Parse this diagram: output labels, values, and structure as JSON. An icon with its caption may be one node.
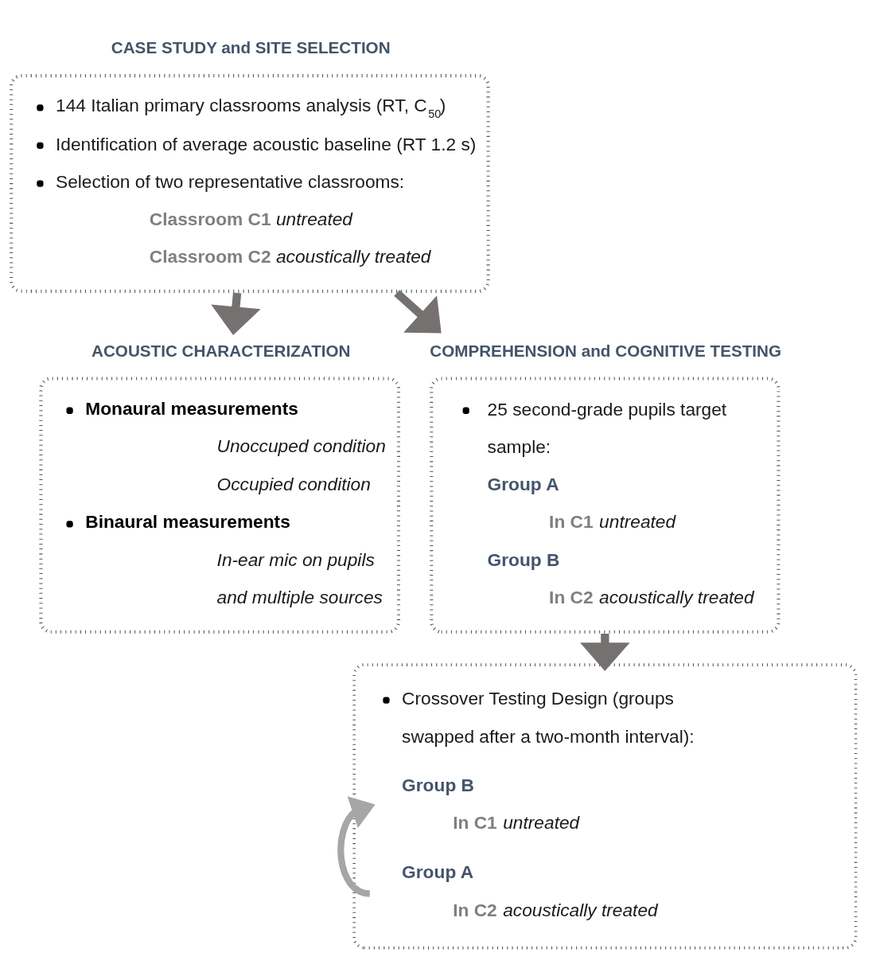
{
  "diagram": {
    "nodes": [
      {
        "text": [
          "CASE STUDY and SITE SELECTION",
          "144 Italian primary classrooms analysis (RT, C$_{50}$)",
          "Identification of average acoustic baseline (RT 1.2 s)",
          "Selection of two representative classrooms:",
          "**Classroom C1** *untreated*",
          "**Classroom C2** *acoustically treated*"
        ]
      },
      {
        "text": [
          "ACOUSTIC CHARACTERIZATION",
          "Monaural measurements",
          "Unoccuped condition",
          "Occupied condition",
          "Binaural measurements",
          "In-ear mic on pupils and multiple sources"
        ]
      },
      {
        "text": [
          "COMPREHENSION and COGNITIVE TESTING",
          "25 second-grade pupils target sample:",
          "Group A",
          "**In C1** *untreated*",
          "Group B",
          "**In C2** *acoustically treated*"
        ]
      },
      {
        "text": [],
        "shape": "box"
      },
      {
        "text": [
          "Crossover Testing Design (groups swapped after a two-month interval):"
        ],
        "in": 3
      },
      {
        "text": [
          "Group B"
        ],
        "beside": [
          "**In C1** *untreated*"
        ],
        "in": 3
      },
      {
        "text": [
          "Group A"
        ],
        "beside": [
          "**In C2** *acoustically treated*"
        ],
        "in": 3
      }
    ],
    "edges": [
      {
        "from": 0,
        "to": 1,
        "arrow": "to"
      },
      {
        "from": 0,
        "to": 2,
        "arrow": "to"
      },
      {
        "from": 2,
        "to": 3,
        "arrow": "to"
      },
      {
        "from": 6,
        "to": 5,
        "arrow": "to",
        "color": "#a6a6a6"
      }
    ]
  }
}
